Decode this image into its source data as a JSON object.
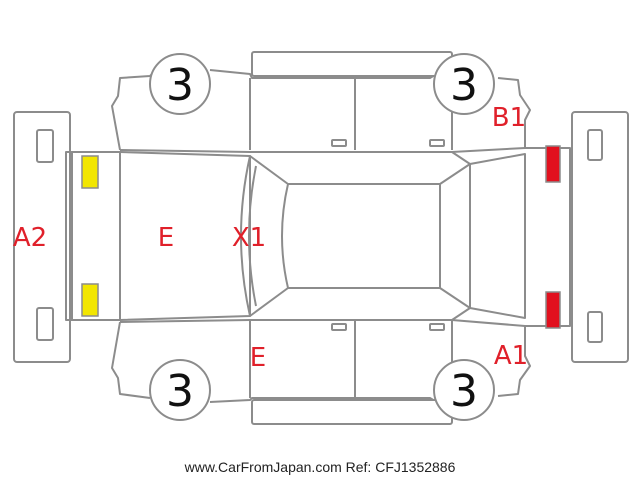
{
  "diagram": {
    "tire_grades": {
      "front_left": "3",
      "rear_left": "3",
      "front_right": "3",
      "rear_right": "3"
    },
    "damage_marks": {
      "front_bumper": "A2",
      "hood": "E",
      "windshield": "X1",
      "right_side": "E",
      "rear_left_corner": "B1",
      "rear_right_corner": "A1"
    },
    "colors": {
      "outline": "#8c8c8c",
      "mark_text": "#e0202a",
      "headlight": "#f2e600",
      "taillight": "#e2101e"
    }
  },
  "footer": {
    "text": "www.CarFromJapan.com Ref: CFJ1352886"
  }
}
